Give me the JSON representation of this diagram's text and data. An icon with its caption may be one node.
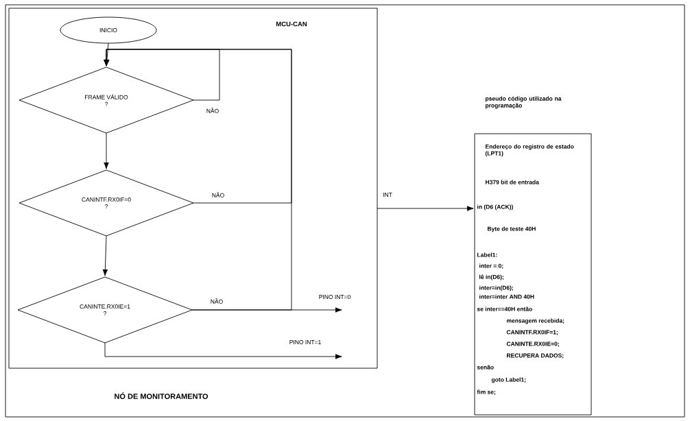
{
  "diagram": {
    "nodes": [
      {
        "text": [
          "NÓ DE MONITORAMENTO"
        ]
      },
      {
        "text": [
          "MCU-CAN"
        ],
        "in": 0
      },
      {
        "text": [
          "INICIO"
        ],
        "in": 1
      },
      {
        "text": [
          "FRAME VÁLIDO",
          "?"
        ],
        "in": 1
      },
      {
        "text": [
          "CANINTF.RX0IF=0",
          "?"
        ],
        "in": 1
      },
      {
        "text": [
          "CANINTE.RX0IE=1",
          "?"
        ],
        "in": 1
      },
      {
        "text": [
          "pseudo código utilizado na programação",
          "Endereço do registro de estado (LPT1)",
          "H379 bit de entrada",
          "in (D6 (ACK))",
          "Byte de teste 40H",
          "Label1:",
          "inter = 0;",
          "lê in(D6);",
          "inter=in(D6);",
          "inter=inter AND 40H",
          "se inter==40H então",
          "mensagem recebida;",
          "CANINTF.RX0IF=1;",
          "CANINTE.RX0IE=0;",
          "RECUPERA DADOS;",
          "senão",
          "goto Label1;",
          "fim se;"
        ],
        "in": 0
      }
    ],
    "edges": [
      {
        "from": 2,
        "to": 3,
        "arrow": "to"
      },
      {
        "from": 3,
        "to": 4,
        "arrow": "to"
      },
      {
        "from": 4,
        "to": 5,
        "arrow": "to"
      },
      {
        "from": 3,
        "to": 3,
        "arrow": "to",
        "label": "NÃO"
      },
      {
        "from": 4,
        "to": 3,
        "arrow": "to",
        "label": "NÃO"
      },
      {
        "from": 5,
        "to": 3,
        "arrow": "to",
        "label": "NÃO"
      },
      {
        "from": 5,
        "to": null,
        "arrow": "to",
        "label": "PINO INT=0"
      },
      {
        "from": 5,
        "to": null,
        "arrow": "to",
        "label": "PINO INT=1"
      },
      {
        "from": 1,
        "to": 6,
        "arrow": "to",
        "label": "INT"
      }
    ]
  }
}
